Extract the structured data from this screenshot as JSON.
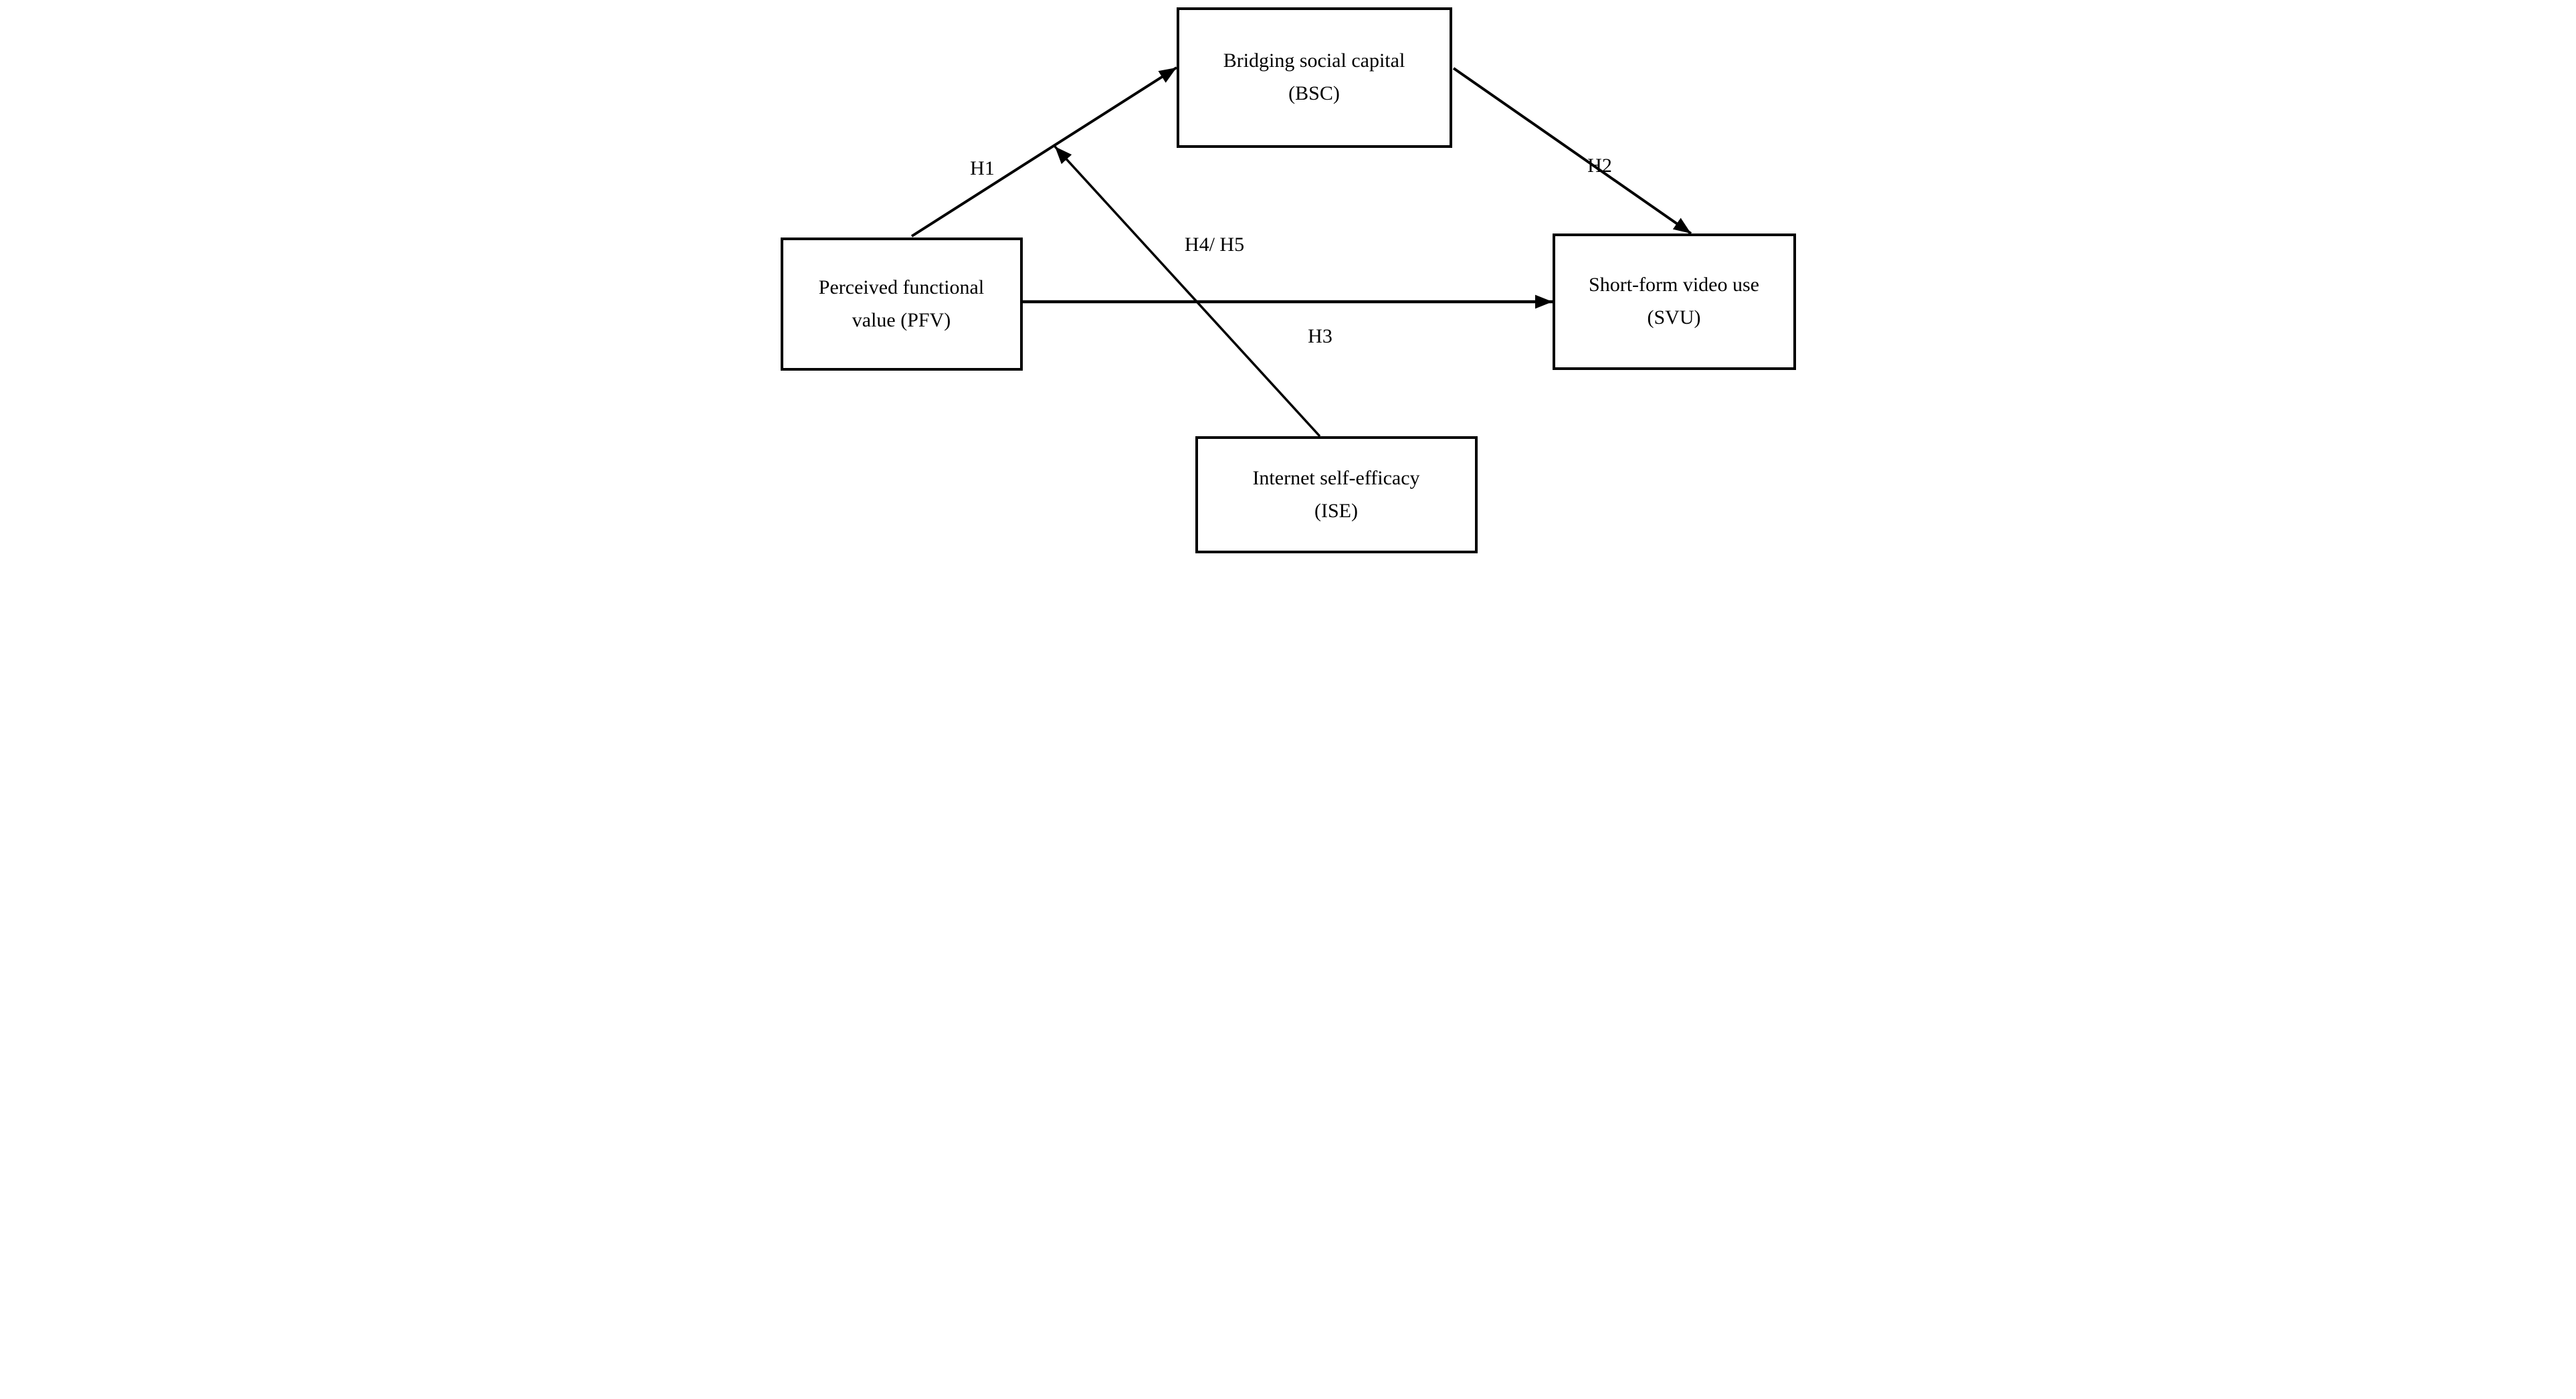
{
  "figure": {
    "background": "#ffffff",
    "ink": "#000000",
    "type": "hypothesis-path-model",
    "nodes": {
      "bsc": {
        "line1": "Bridging social capital",
        "line2": "(BSC)"
      },
      "pfv": {
        "line1": "Perceived functional",
        "line2": "value (PFV)"
      },
      "svu": {
        "line1": "Short-form video use",
        "line2": "(SVU)"
      },
      "ise": {
        "line1": "Internet self-efficacy",
        "line2": "(ISE)"
      }
    },
    "edges": {
      "h1": {
        "label": "H1",
        "from": "PFV",
        "to": "BSC"
      },
      "h2": {
        "label": "H2",
        "from": "BSC",
        "to": "SVU"
      },
      "h3": {
        "label": "H3",
        "from": "PFV",
        "to": "SVU"
      },
      "h4h5": {
        "label": "H4/ H5",
        "from": "ISE",
        "to": "H1 path (moderation)"
      }
    }
  }
}
